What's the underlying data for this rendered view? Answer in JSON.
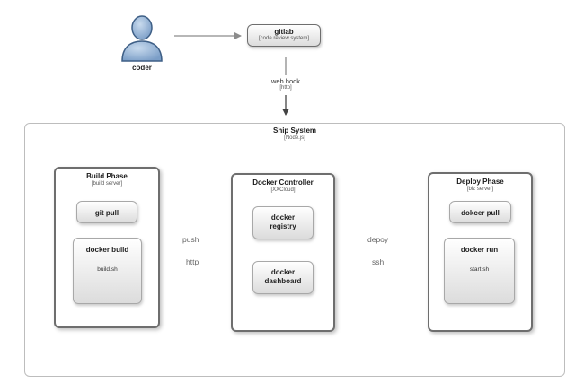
{
  "coder": {
    "label": "coder",
    "icon": "user-icon"
  },
  "gitlab": {
    "title": "gitlab",
    "subtitle": "[code review system]"
  },
  "webhook": {
    "label": "web hook",
    "sublabel": "[http]"
  },
  "ship_system": {
    "title": "Ship System",
    "subtitle": "[Node.js]"
  },
  "build_phase": {
    "title": "Build Phase",
    "subtitle": "[build server]",
    "git_pull": "git pull",
    "docker_build": "docker build",
    "script": "build.sh"
  },
  "push_edge": {
    "label_top": "push",
    "label_bottom": "http"
  },
  "docker_controller": {
    "title": "Docker Controller",
    "subtitle": "[XXCloud]",
    "registry": "docker\nregistry",
    "dashboard": "docker\ndashboard"
  },
  "deploy_edge": {
    "label_top": "depoy",
    "label_bottom": "ssh"
  },
  "deploy_phase": {
    "title": "Deploy Phase",
    "subtitle": "[biz server]",
    "pull": "dokcer pull",
    "run": "docker run",
    "script": "start.sh"
  },
  "colors": {
    "arrow": "#8c8c8c",
    "border": "#6e6e6e",
    "user_body": "#8eaed3",
    "user_outline": "#3e5f86"
  }
}
